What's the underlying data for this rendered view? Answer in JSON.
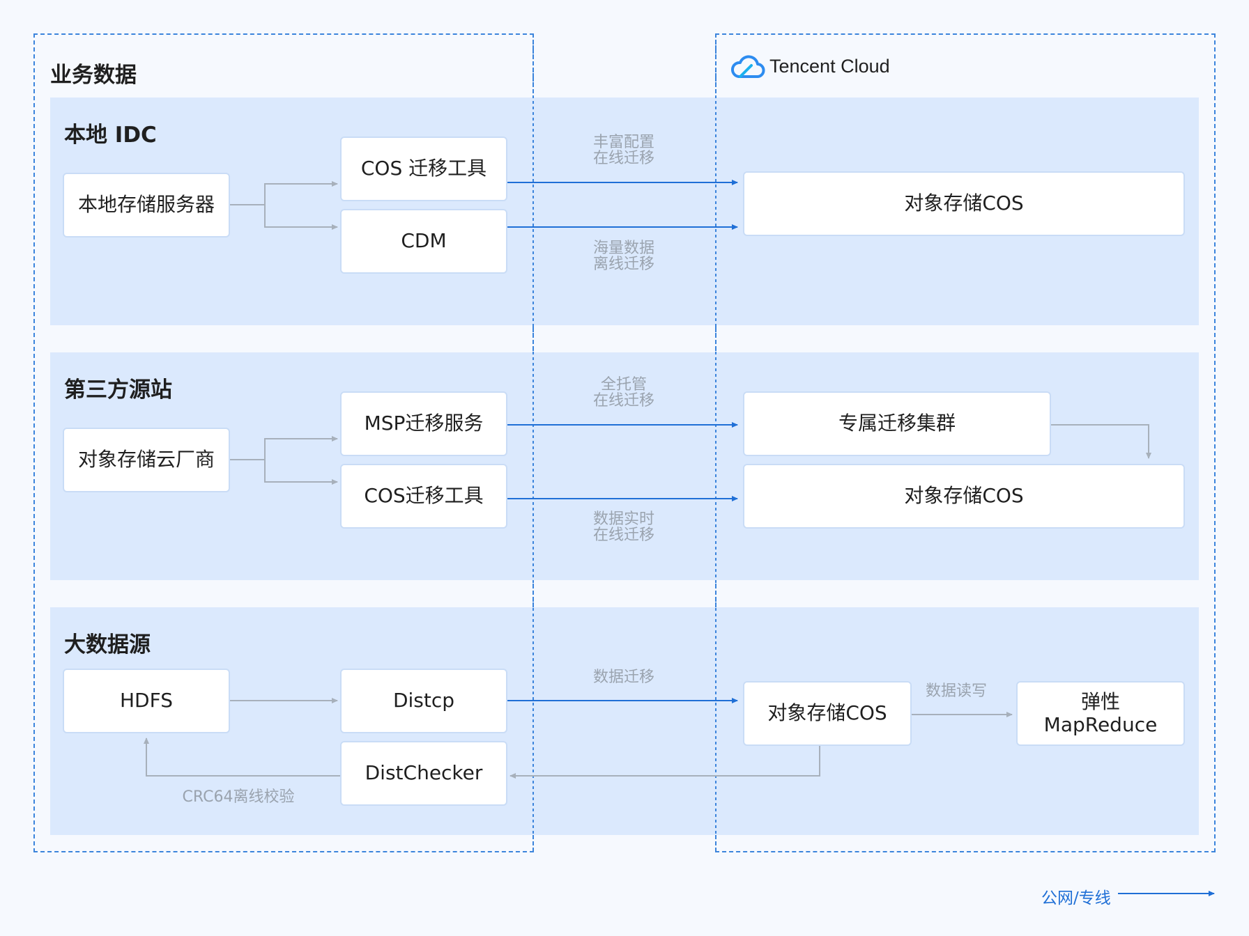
{
  "left_panel": {
    "title": "业务数据"
  },
  "right_panel": {
    "brand": "Tencent Cloud"
  },
  "sections": {
    "idc": {
      "title": "本地 IDC",
      "source": "本地存储服务器",
      "tool1": "COS 迁移工具",
      "tool2": "CDM",
      "target": "对象存储COS",
      "label1": [
        "丰富配置",
        "在线迁移"
      ],
      "label2": [
        "海量数据",
        "离线迁移"
      ]
    },
    "third_party": {
      "title": "第三方源站",
      "source": "对象存储云厂商",
      "tool1": "MSP迁移服务",
      "tool2": "COS迁移工具",
      "cluster": "专属迁移集群",
      "target": "对象存储COS",
      "label1": [
        "全托管",
        "在线迁移"
      ],
      "label2": [
        "数据实时",
        "在线迁移"
      ]
    },
    "bigdata": {
      "title": "大数据源",
      "source": "HDFS",
      "tool1": "Distcp",
      "tool2": "DistChecker",
      "target": "对象存储COS",
      "compute": [
        "弹性",
        "MapReduce"
      ],
      "label_migrate": "数据迁移",
      "label_rw": "数据读写",
      "label_check": "CRC64离线校验"
    }
  },
  "legend": {
    "label": "公网/专线"
  },
  "colors": {
    "accent": "#1f6fd6",
    "band": "#dbe9fd",
    "frame": "#3b84dc",
    "gray_line": "#a7b0bb"
  }
}
